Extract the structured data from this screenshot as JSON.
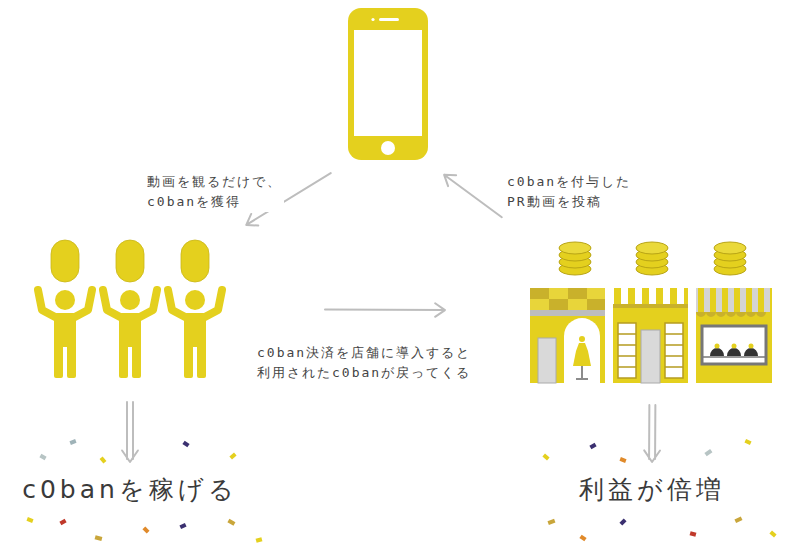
{
  "diagram": {
    "nodes": [
      {
        "text": []
      },
      {
        "text": []
      },
      {
        "text": []
      },
      {
        "text": [
          "c0banを稼げる"
        ]
      },
      {
        "text": [
          "利益が倍増"
        ]
      }
    ],
    "edges": [
      {
        "from": 0,
        "to": 1,
        "arrow": "to",
        "label": "動画を観るだけで、 c0banを獲得"
      },
      {
        "from": 1,
        "to": 2,
        "arrow": "to",
        "label": "c0ban決済を店舗に導入すると 利用されたc0banが戻ってくる"
      },
      {
        "from": 2,
        "to": 0,
        "arrow": "to",
        "label": "c0banを付与した PR動画を投稿"
      },
      {
        "from": 1,
        "to": 3,
        "arrow": "to"
      },
      {
        "from": 2,
        "to": 4,
        "arrow": "to"
      }
    ]
  }
}
